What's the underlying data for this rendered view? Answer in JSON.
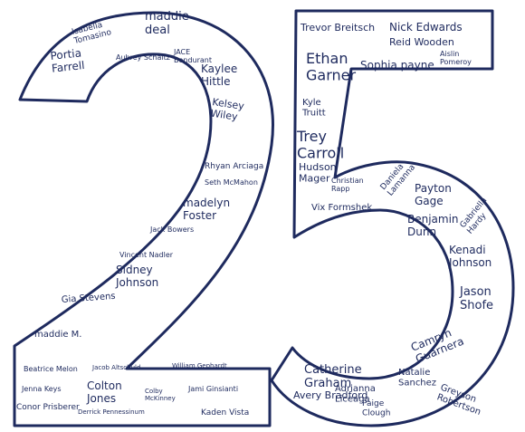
{
  "ink_color": "#1e2a5e",
  "digit_two": {
    "signatures": [
      "Isabella Tomasino",
      "maddie deal",
      "Portia Farrell",
      "Aubrey Schaltz",
      "JACE Bondurant",
      "Kaylee Hittle",
      "Kelsey Wiley",
      "Rhyan Arciaga",
      "Seth McMahon",
      "madelyn Foster",
      "Jack Bowers",
      "Vincent Nadler",
      "Sidney Johnson",
      "Gia Stevens",
      "maddie M.",
      "Beatrice Melon",
      "Jacob Altschuld",
      "William Gephardt",
      "Jenna Keys",
      "Colton Jones",
      "Colby McKinney",
      "Jami Ginsianti",
      "Conor Prisberer",
      "Derrick Pennessinum",
      "Kaden Vista"
    ]
  },
  "digit_five": {
    "signatures": [
      "Trevor Breitsch",
      "Nick Edwards",
      "Reid Wooden",
      "Ethan Garner",
      "Sophia payne",
      "Aislin Pomeroy",
      "Kyle Truitt",
      "Trey Carroll",
      "Hudson Mager",
      "Christian Rapp",
      "Daniela Lamanna",
      "Payton Gage",
      "Vix Formshek",
      "Benjamin Dunn",
      "Gabriella Hardy",
      "Kenadi Johnson",
      "Jason Shofe",
      "Camryn Guarnera",
      "Catherine Graham",
      "Adrianna Liceaga",
      "Natalie Sanchez",
      "Greyson Robertson",
      "Avery Bradford",
      "Paige Clough"
    ]
  }
}
